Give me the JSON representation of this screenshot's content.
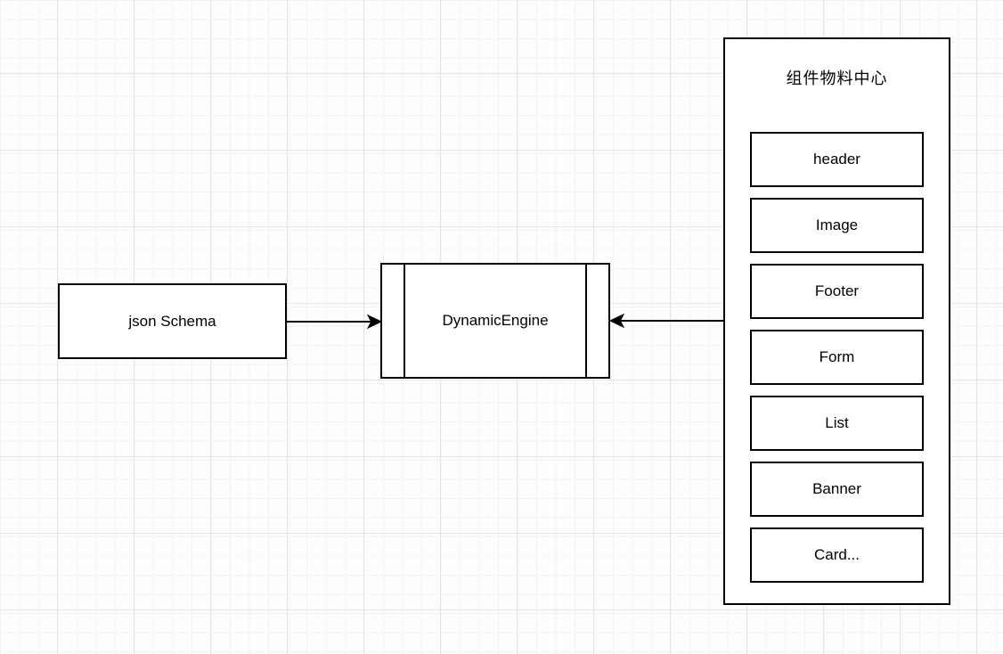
{
  "diagram": {
    "colors": {
      "stroke": "#000000",
      "node_fill": "#ffffff",
      "canvas_background": "#fdfdfd",
      "grid_minor": "#f2f3f3",
      "grid_major": "#e4e5e5"
    },
    "nodes": {
      "json_schema": {
        "label": "json Schema"
      },
      "dynamic_engine": {
        "label": "DynamicEngine",
        "shape": "uml-process"
      },
      "material_center": {
        "title": "组件物料中心",
        "components": [
          {
            "label": "header"
          },
          {
            "label": "Image"
          },
          {
            "label": "Footer"
          },
          {
            "label": "Form"
          },
          {
            "label": "List"
          },
          {
            "label": "Banner"
          },
          {
            "label": "Card..."
          }
        ]
      }
    },
    "edges": [
      {
        "from": "json_schema",
        "to": "dynamic_engine",
        "arrow": "right"
      },
      {
        "from": "material_center",
        "to": "dynamic_engine",
        "arrow": "left"
      }
    ]
  }
}
